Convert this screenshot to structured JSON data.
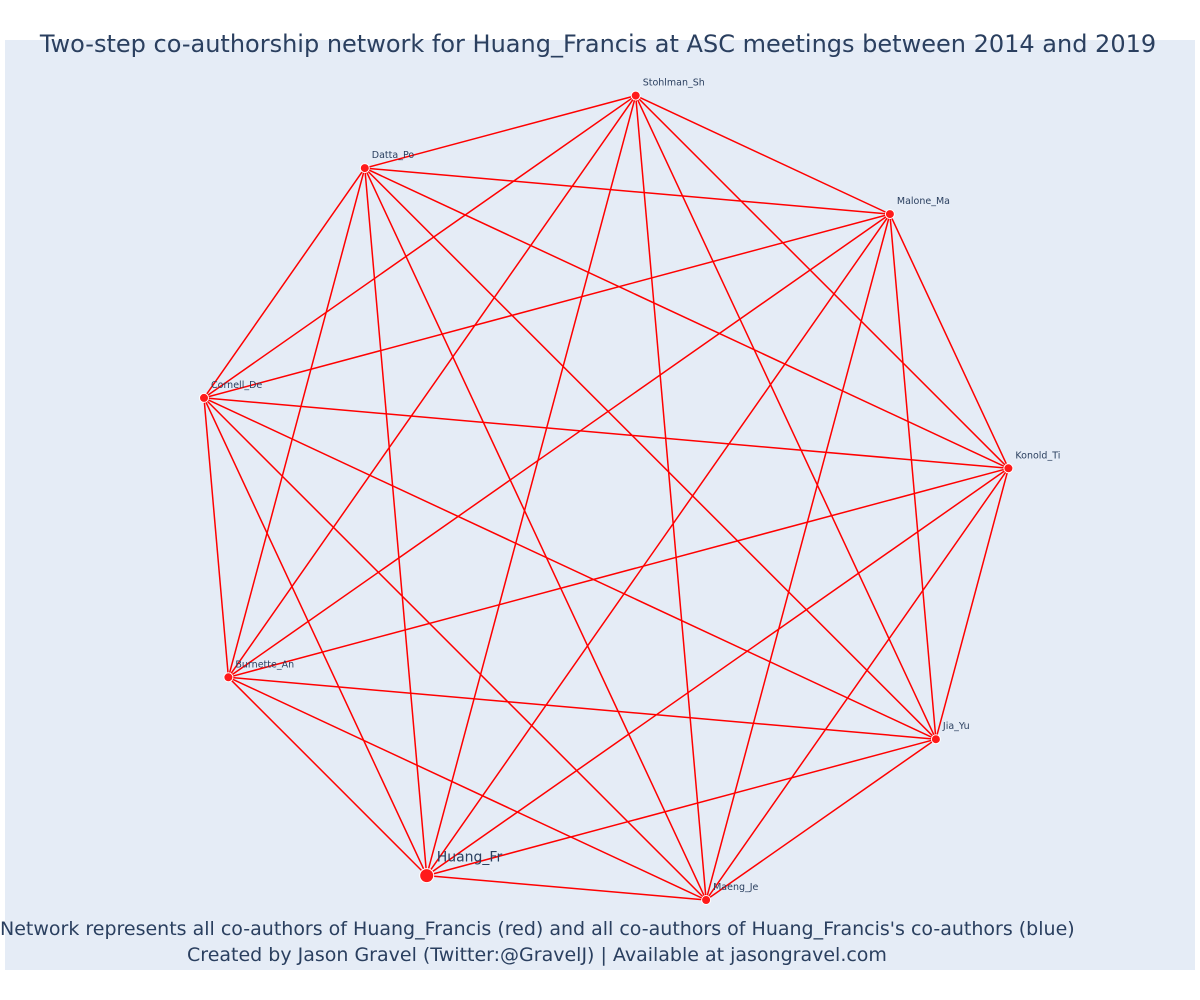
{
  "title": "Two-step co-authorship network for Huang_Francis at ASC meetings between 2014 and 2019",
  "caption": {
    "line1": "Network represents all co-authors of Huang_Francis (red) and all co-authors of Huang_Francis's co-authors (blue)",
    "line2": "Created by Jason Gravel (Twitter:@GravelJ) | Available at jasongravel.com"
  },
  "colors": {
    "edge": "#ff0000",
    "node": "#ff1a1a",
    "background": "#e5ecf6",
    "text": "#2a3f5f"
  },
  "network": {
    "layout": "circular",
    "center_node": "Huang_Fr",
    "nodes": [
      {
        "id": "Stohlman_Sh",
        "label": "Stohlman_Sh",
        "group": "red",
        "emphasis": false
      },
      {
        "id": "Malone_Ma",
        "label": "Malone_Ma",
        "group": "red",
        "emphasis": false
      },
      {
        "id": "Konold_Ti",
        "label": "Konold_Ti",
        "group": "red",
        "emphasis": false
      },
      {
        "id": "Jia_Yu",
        "label": "Jia_Yu",
        "group": "red",
        "emphasis": false
      },
      {
        "id": "Maeng_Je",
        "label": "Maeng_Je",
        "group": "red",
        "emphasis": false
      },
      {
        "id": "Huang_Fr",
        "label": "Huang_Fr",
        "group": "red",
        "emphasis": true
      },
      {
        "id": "Burnette_An",
        "label": "Burnette_An",
        "group": "red",
        "emphasis": false
      },
      {
        "id": "Cornell_De",
        "label": "Cornell_De",
        "group": "red",
        "emphasis": false
      },
      {
        "id": "Datta_Po",
        "label": "Datta_Po",
        "group": "red",
        "emphasis": false
      }
    ],
    "edges": "complete"
  }
}
